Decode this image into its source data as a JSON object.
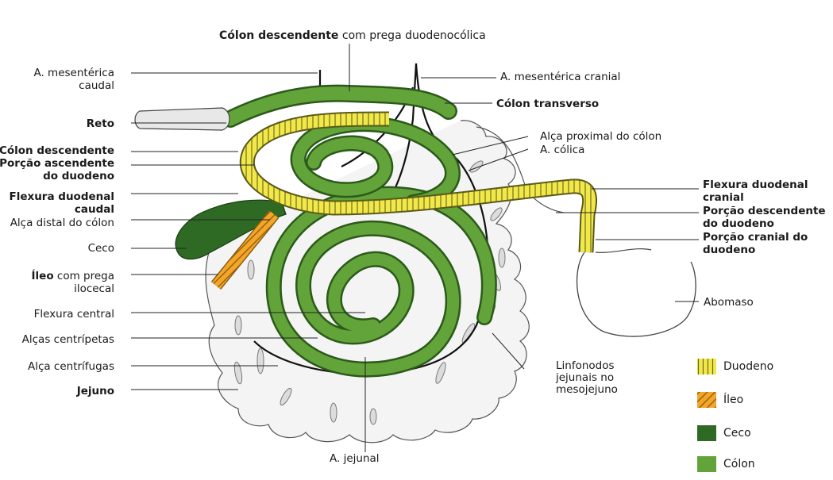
{
  "colors": {
    "duodeno": "#f2e84a",
    "ileo": "#f3a628",
    "ceco": "#2e6a24",
    "colon": "#62a43a",
    "colon_light": "#8cc558"
  },
  "title": {
    "bold": "Cólon descendente",
    "rest": " com prega duodenocólica"
  },
  "labels": {
    "a_mesenterica_caudal_1": "A. mesentérica",
    "a_mesenterica_caudal_2": "caudal",
    "reto": "Reto",
    "colon_descendente": "Cólon descendente",
    "porcao_ascendente_1": "Porção ascendente",
    "porcao_ascendente_2": "do duodeno",
    "flexura_caudal_1": "Flexura duodenal",
    "flexura_caudal_2": "caudal",
    "alca_distal": "Alça distal do cólon",
    "ceco": "Ceco",
    "ileo_bold": "Íleo",
    "ileo_rest": " com prega",
    "ileo_2": "ilocecal",
    "flexura_central": "Flexura central",
    "alcas_centripetas": "Alças centrípetas",
    "alca_centrifugas": "Alça centrífugas",
    "jejuno": "Jejuno",
    "a_jejunal": "A. jejunal",
    "a_mesenterica_cranial": "A. mesentérica cranial",
    "colon_transverso": "Cólon transverso",
    "alca_proximal": "Alça proximal do cólon",
    "a_colica": "A. cólica",
    "flexura_cranial_1": "Flexura duodenal",
    "flexura_cranial_2": "cranial",
    "porcao_descendente_1": "Porção descendente",
    "porcao_descendente_2": "do duodeno",
    "porcao_cranial_1": "Porção cranial do",
    "porcao_cranial_2": "duodeno",
    "abomaso": "Abomaso",
    "linfonodos_1": "Linfonodos",
    "linfonodos_2": "jejunais no",
    "linfonodos_3": "mesojejuno"
  },
  "legend": [
    {
      "label": "Duodeno",
      "pattern": "duodeno"
    },
    {
      "label": "Íleo",
      "pattern": "ileo"
    },
    {
      "label": "Ceco",
      "pattern": "ceco"
    },
    {
      "label": "Cólon",
      "pattern": "colon"
    }
  ]
}
